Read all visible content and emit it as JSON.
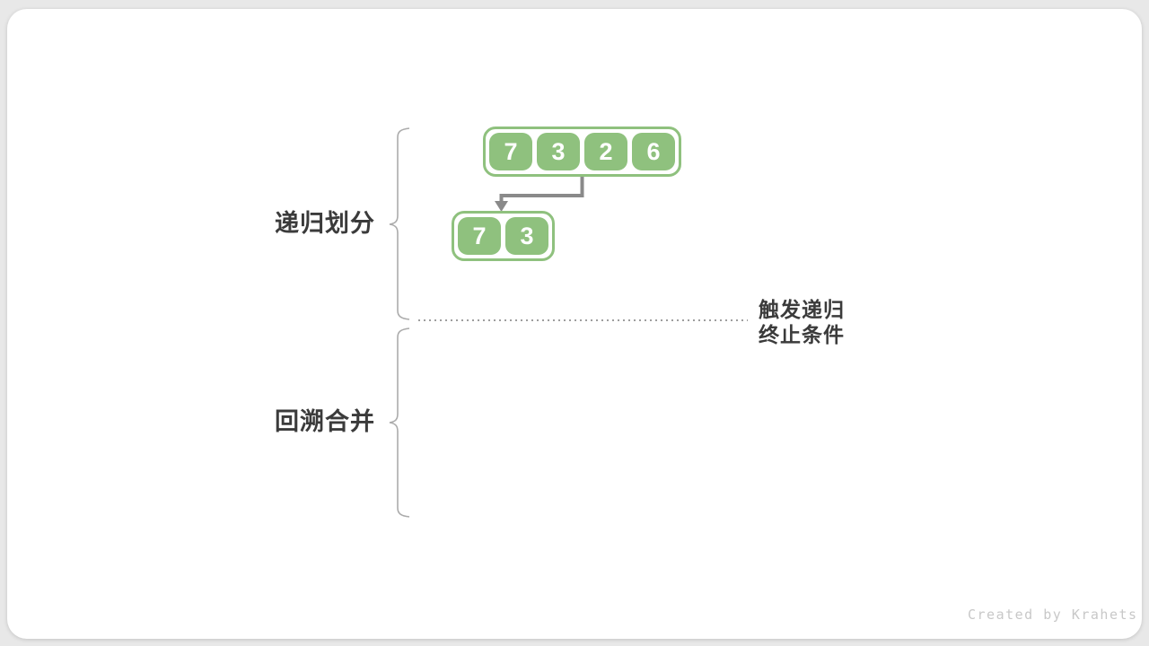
{
  "colors": {
    "page_bg": "#e8e8e8",
    "card_bg": "#ffffff",
    "green": "#8fc17e",
    "arrow": "#8a8a8a",
    "brace": "#ababab",
    "dotted": "#909090",
    "text": "#3b3b3b",
    "watermark": "#c8c8c8"
  },
  "arrays": {
    "top": {
      "values": [
        "7",
        "3",
        "2",
        "6"
      ]
    },
    "sub": {
      "values": [
        "7",
        "3"
      ]
    }
  },
  "labels": {
    "divide": "递归划分",
    "merge": "回溯合并",
    "termination_line1": "触发递归",
    "termination_line2": "终止条件"
  },
  "watermark": "Created by Krahets"
}
